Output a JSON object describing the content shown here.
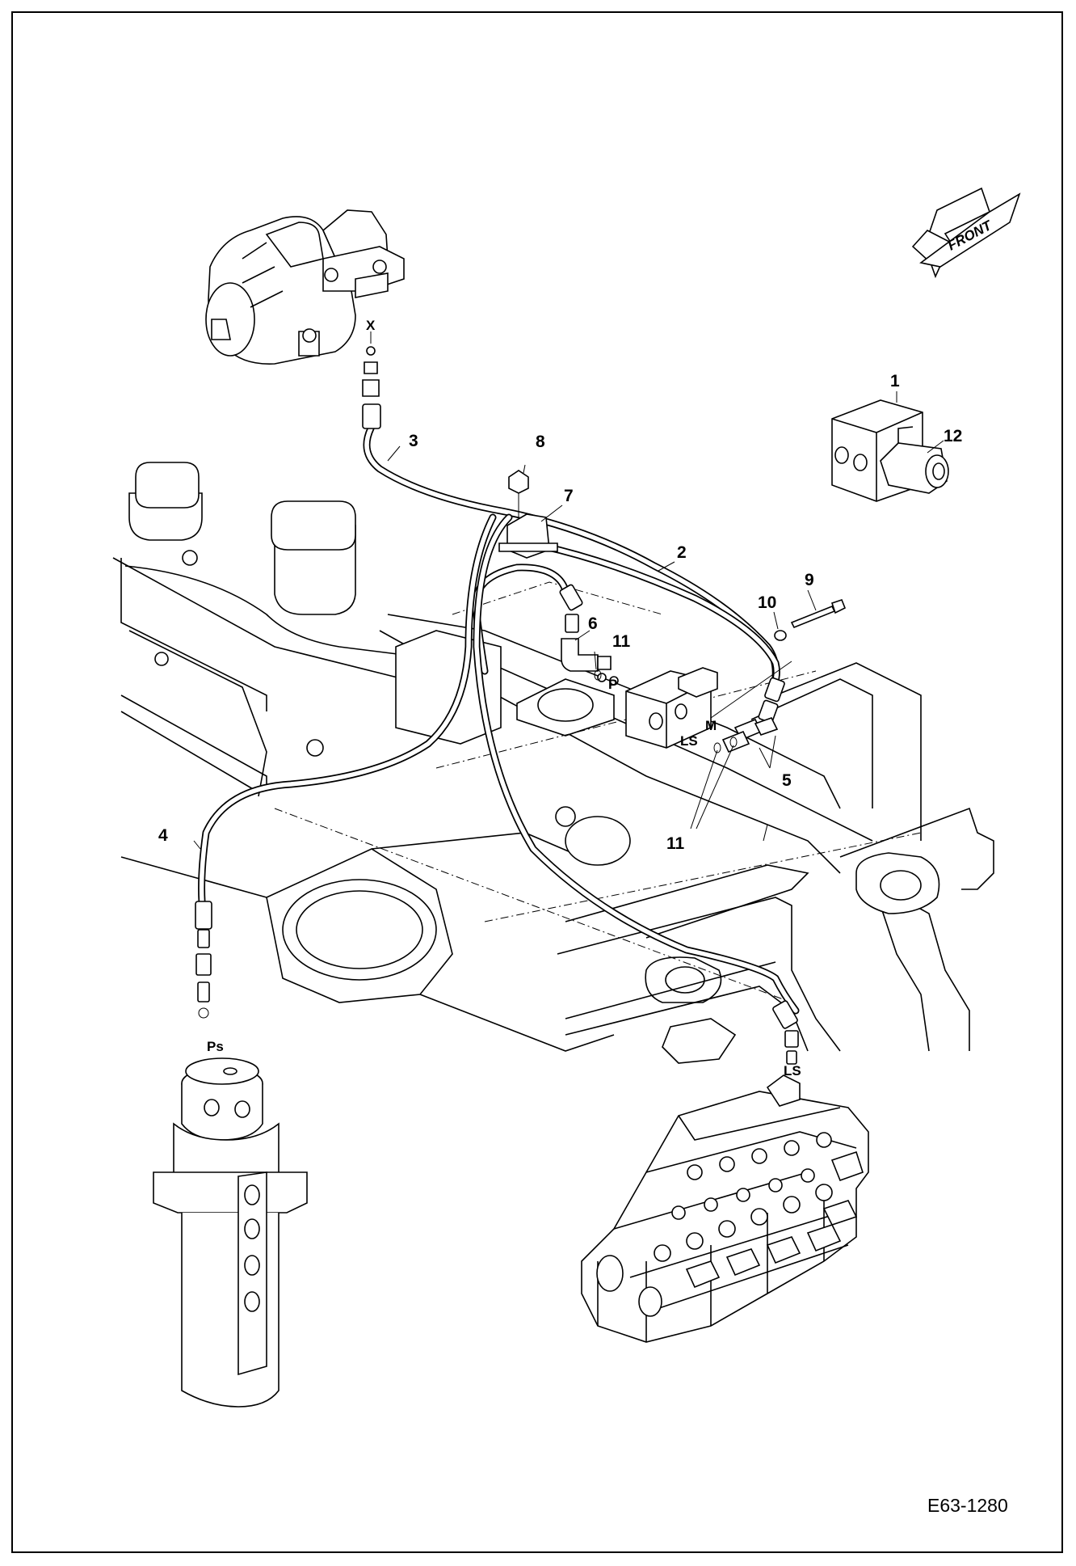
{
  "direction_label": "FRONT",
  "drawing_ref": "E63-1280",
  "callouts": [
    {
      "id": "1",
      "label": "1"
    },
    {
      "id": "2",
      "label": "2"
    },
    {
      "id": "3",
      "label": "3"
    },
    {
      "id": "4",
      "label": "4"
    },
    {
      "id": "5",
      "label": "5"
    },
    {
      "id": "6",
      "label": "6"
    },
    {
      "id": "7",
      "label": "7"
    },
    {
      "id": "8",
      "label": "8"
    },
    {
      "id": "9",
      "label": "9"
    },
    {
      "id": "10",
      "label": "10"
    },
    {
      "id": "11a",
      "label": "11"
    },
    {
      "id": "11b",
      "label": "11"
    },
    {
      "id": "12",
      "label": "12"
    }
  ],
  "ports": {
    "x": "X",
    "p": "P",
    "m": "M",
    "ls_valve": "LS",
    "ps": "Ps",
    "ls_control": "LS"
  }
}
